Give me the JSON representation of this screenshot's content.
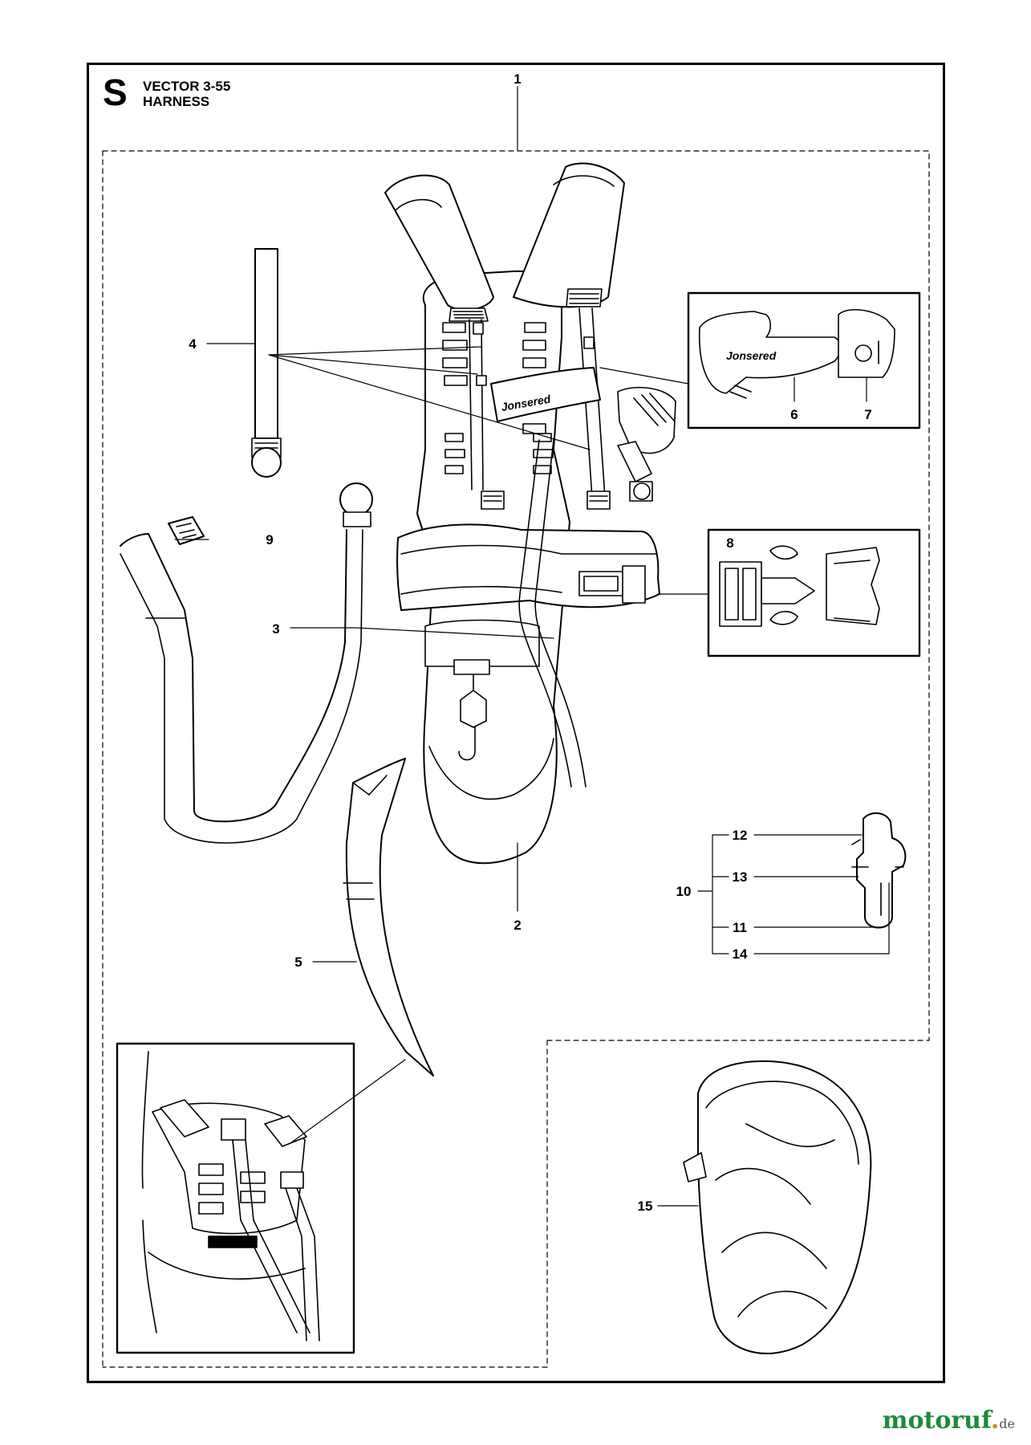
{
  "header": {
    "sheet_letter": "S",
    "model": "VECTOR 3-55",
    "assembly": "HARNESS"
  },
  "callouts": [
    "1",
    "2",
    "3",
    "4",
    "5",
    "6",
    "7",
    "8",
    "9",
    "10",
    "11",
    "12",
    "13",
    "14",
    "15"
  ],
  "brand_logo": "Jonsered",
  "watermark": {
    "name": "motoruf",
    "tld": "de"
  },
  "colors": {
    "line": "#000000",
    "background": "#ffffff",
    "watermark_green": "#1f8a3a",
    "watermark_orange": "#d08a1a"
  }
}
